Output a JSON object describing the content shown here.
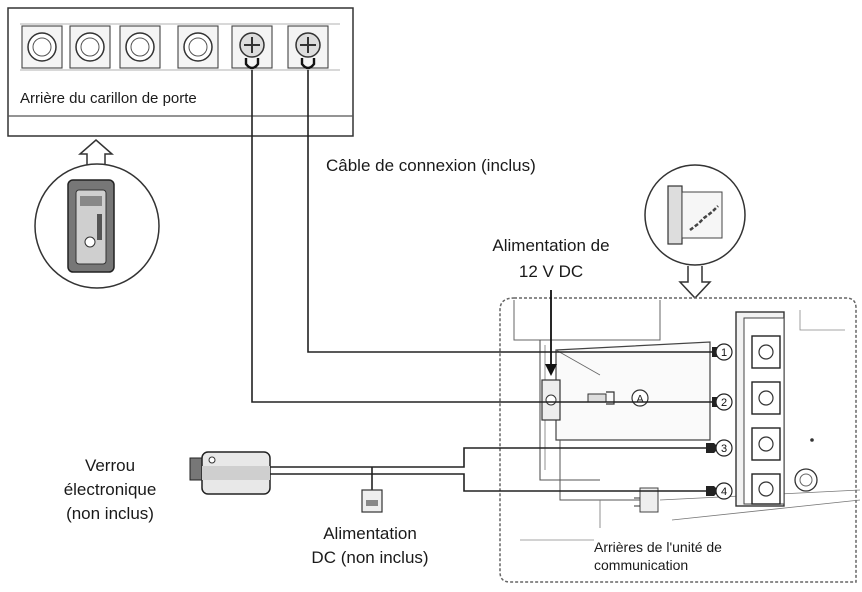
{
  "labels": {
    "chime_back": "Arrière du carillon de porte",
    "cable": "Câble de connexion (inclus)",
    "power_12v_line1": "Alimentation de",
    "power_12v_line2": "12 V DC",
    "lock_line1": "Verrou",
    "lock_line2": "électronique",
    "lock_line3": "(non inclus)",
    "dc_power_line1": "Alimentation",
    "dc_power_line2": "DC (non inclus)",
    "unit_back_line1": "Arrières de l'unité de",
    "unit_back_line2": "communication"
  },
  "terminals": [
    "1",
    "2",
    "3",
    "4"
  ],
  "marker_a": "A"
}
